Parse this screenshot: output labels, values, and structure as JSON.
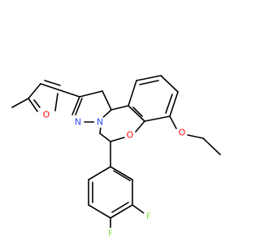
{
  "molecule": {
    "atoms": [
      {
        "id": "O_ethoxy",
        "symbol": "O",
        "color": "#ff0d0d"
      },
      {
        "id": "O_ring",
        "symbol": "O",
        "color": "#ff0d0d"
      },
      {
        "id": "O_furan",
        "symbol": "O",
        "color": "#ff0d0d"
      },
      {
        "id": "N_imine",
        "symbol": "N",
        "color": "#3050f8"
      },
      {
        "id": "N_amine",
        "symbol": "N",
        "color": "#3050f8"
      },
      {
        "id": "F_meta",
        "symbol": "F",
        "color": "#90e050"
      },
      {
        "id": "F_para",
        "symbol": "F",
        "color": "#90e050"
      }
    ],
    "bond_color": "#000000",
    "background": "#ffffff"
  }
}
